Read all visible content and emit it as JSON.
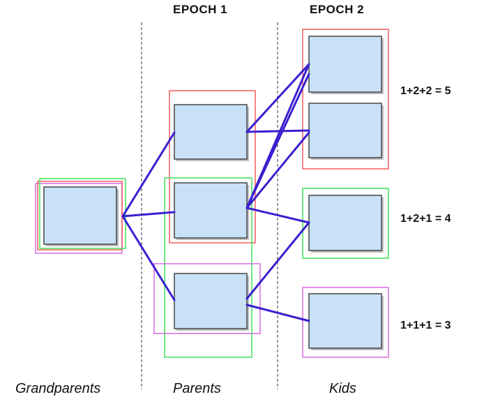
{
  "headers": {
    "epoch1": "EPOCH 1",
    "epoch2": "EPOCH 2"
  },
  "formulas": {
    "top": "1+2+2 = 5",
    "middle": "1+2+1 = 4",
    "bottom": "1+1+1 = 3"
  },
  "footer_labels": {
    "grandparents": "Grandparents",
    "parents": "Parents",
    "kids": "Kids"
  },
  "colors": {
    "node_fill": "#c9e1f7",
    "node_border": "#444444",
    "edge": "#3a1fd1",
    "red_group": "#f25b5b",
    "green_group": "#3fe05a",
    "magenta_group": "#d76ae0",
    "divider": "#333333"
  }
}
